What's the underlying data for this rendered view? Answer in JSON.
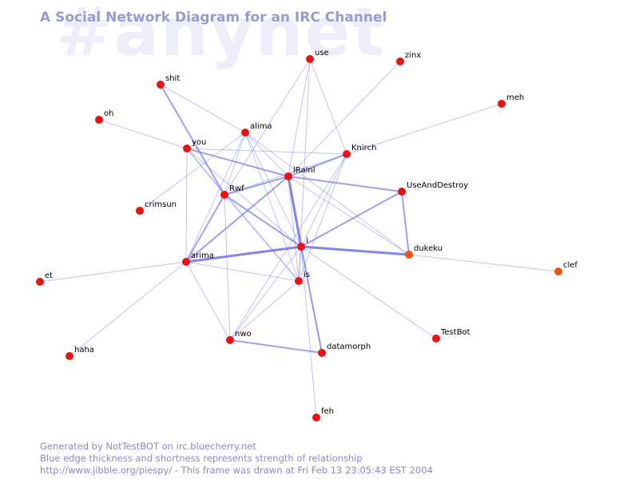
{
  "watermark": "#anynet",
  "title": "A Social Network Diagram for an IRC Channel",
  "footer": {
    "line1": "Generated by NotTestBOT on irc.bluecherry.net",
    "line2": "Blue edge thickness and shortness represents strength of relationship",
    "line3": "http://www.jibble.org/piespy/ - This frame was drawn at Fri Feb 13 23:05:43 EST 2004"
  },
  "colors": {
    "node": "#ee1111",
    "node_orange": "#ee5511",
    "edge": "#7777ee",
    "watermark": "#eeeefb",
    "title": "#9a9ad0",
    "footer": "#8a8ac8"
  },
  "nodes": [
    {
      "id": "use",
      "label": "use"
    },
    {
      "id": "zinx",
      "label": "zinx"
    },
    {
      "id": "shit",
      "label": "shit"
    },
    {
      "id": "meh",
      "label": "meh"
    },
    {
      "id": "oh",
      "label": "oh"
    },
    {
      "id": "alima",
      "label": "alima"
    },
    {
      "id": "you",
      "label": "you"
    },
    {
      "id": "Knirch",
      "label": "Knirch"
    },
    {
      "id": "lRainl",
      "label": "lRainl"
    },
    {
      "id": "UseAndDestroy",
      "label": "UseAndDestroy"
    },
    {
      "id": "Rwf",
      "label": "Rwf"
    },
    {
      "id": "crimsun",
      "label": "crimsun"
    },
    {
      "id": "i",
      "label": "i"
    },
    {
      "id": "dukeku",
      "label": "dukeku"
    },
    {
      "id": "arima",
      "label": "arima"
    },
    {
      "id": "clef",
      "label": "clef"
    },
    {
      "id": "et",
      "label": "et"
    },
    {
      "id": "is",
      "label": "is"
    },
    {
      "id": "TestBot",
      "label": "TestBot"
    },
    {
      "id": "nwo",
      "label": "nwo"
    },
    {
      "id": "datamorph",
      "label": "datamorph"
    },
    {
      "id": "haha",
      "label": "haha"
    },
    {
      "id": "feh",
      "label": "feh"
    }
  ],
  "edges": [
    {
      "from": "use",
      "to": "lRainl",
      "strength": 1
    },
    {
      "from": "use",
      "to": "Knirch",
      "strength": 1
    },
    {
      "from": "use",
      "to": "is",
      "strength": 1
    },
    {
      "from": "use",
      "to": "Rwf",
      "strength": 1
    },
    {
      "from": "zinx",
      "to": "lRainl",
      "strength": 1
    },
    {
      "from": "shit",
      "to": "Rwf",
      "strength": 2
    },
    {
      "from": "shit",
      "to": "alima",
      "strength": 1
    },
    {
      "from": "meh",
      "to": "Knirch",
      "strength": 1
    },
    {
      "from": "oh",
      "to": "you",
      "strength": 1
    },
    {
      "from": "alima",
      "to": "crimsun",
      "strength": 1
    },
    {
      "from": "alima",
      "to": "lRainl",
      "strength": 1
    },
    {
      "from": "alima",
      "to": "Rwf",
      "strength": 1
    },
    {
      "from": "alima",
      "to": "i",
      "strength": 1
    },
    {
      "from": "alima",
      "to": "is",
      "strength": 1
    },
    {
      "from": "alima",
      "to": "dukeku",
      "strength": 1
    },
    {
      "from": "alima",
      "to": "arima",
      "strength": 1
    },
    {
      "from": "you",
      "to": "Knirch",
      "strength": 1
    },
    {
      "from": "you",
      "to": "lRainl",
      "strength": 2
    },
    {
      "from": "you",
      "to": "Rwf",
      "strength": 1
    },
    {
      "from": "you",
      "to": "i",
      "strength": 1
    },
    {
      "from": "you",
      "to": "arima",
      "strength": 1
    },
    {
      "from": "you",
      "to": "is",
      "strength": 1
    },
    {
      "from": "Knirch",
      "to": "lRainl",
      "strength": 2
    },
    {
      "from": "Knirch",
      "to": "i",
      "strength": 1
    },
    {
      "from": "Knirch",
      "to": "is",
      "strength": 1
    },
    {
      "from": "Knirch",
      "to": "Rwf",
      "strength": 1
    },
    {
      "from": "Knirch",
      "to": "nwo",
      "strength": 1
    },
    {
      "from": "lRainl",
      "to": "UseAndDestroy",
      "strength": 2
    },
    {
      "from": "lRainl",
      "to": "Rwf",
      "strength": 2
    },
    {
      "from": "lRainl",
      "to": "i",
      "strength": 3
    },
    {
      "from": "lRainl",
      "to": "arima",
      "strength": 2
    },
    {
      "from": "lRainl",
      "to": "dukeku",
      "strength": 1
    },
    {
      "from": "lRainl",
      "to": "is",
      "strength": 1
    },
    {
      "from": "lRainl",
      "to": "datamorph",
      "strength": 1
    },
    {
      "from": "UseAndDestroy",
      "to": "i",
      "strength": 2
    },
    {
      "from": "UseAndDestroy",
      "to": "dukeku",
      "strength": 2
    },
    {
      "from": "Rwf",
      "to": "i",
      "strength": 2
    },
    {
      "from": "Rwf",
      "to": "arima",
      "strength": 2
    },
    {
      "from": "Rwf",
      "to": "is",
      "strength": 1
    },
    {
      "from": "Rwf",
      "to": "nwo",
      "strength": 1
    },
    {
      "from": "i",
      "to": "arima",
      "strength": 3
    },
    {
      "from": "i",
      "to": "dukeku",
      "strength": 3
    },
    {
      "from": "i",
      "to": "is",
      "strength": 1
    },
    {
      "from": "i",
      "to": "TestBot",
      "strength": 1
    },
    {
      "from": "i",
      "to": "nwo",
      "strength": 1
    },
    {
      "from": "i",
      "to": "datamorph",
      "strength": 2
    },
    {
      "from": "i",
      "to": "feh",
      "strength": 1
    },
    {
      "from": "arima",
      "to": "et",
      "strength": 1
    },
    {
      "from": "arima",
      "to": "haha",
      "strength": 1
    },
    {
      "from": "arima",
      "to": "is",
      "strength": 1
    },
    {
      "from": "arima",
      "to": "nwo",
      "strength": 1
    },
    {
      "from": "dukeku",
      "to": "clef",
      "strength": 1
    },
    {
      "from": "is",
      "to": "nwo",
      "strength": 1
    },
    {
      "from": "nwo",
      "to": "datamorph",
      "strength": 2
    }
  ]
}
